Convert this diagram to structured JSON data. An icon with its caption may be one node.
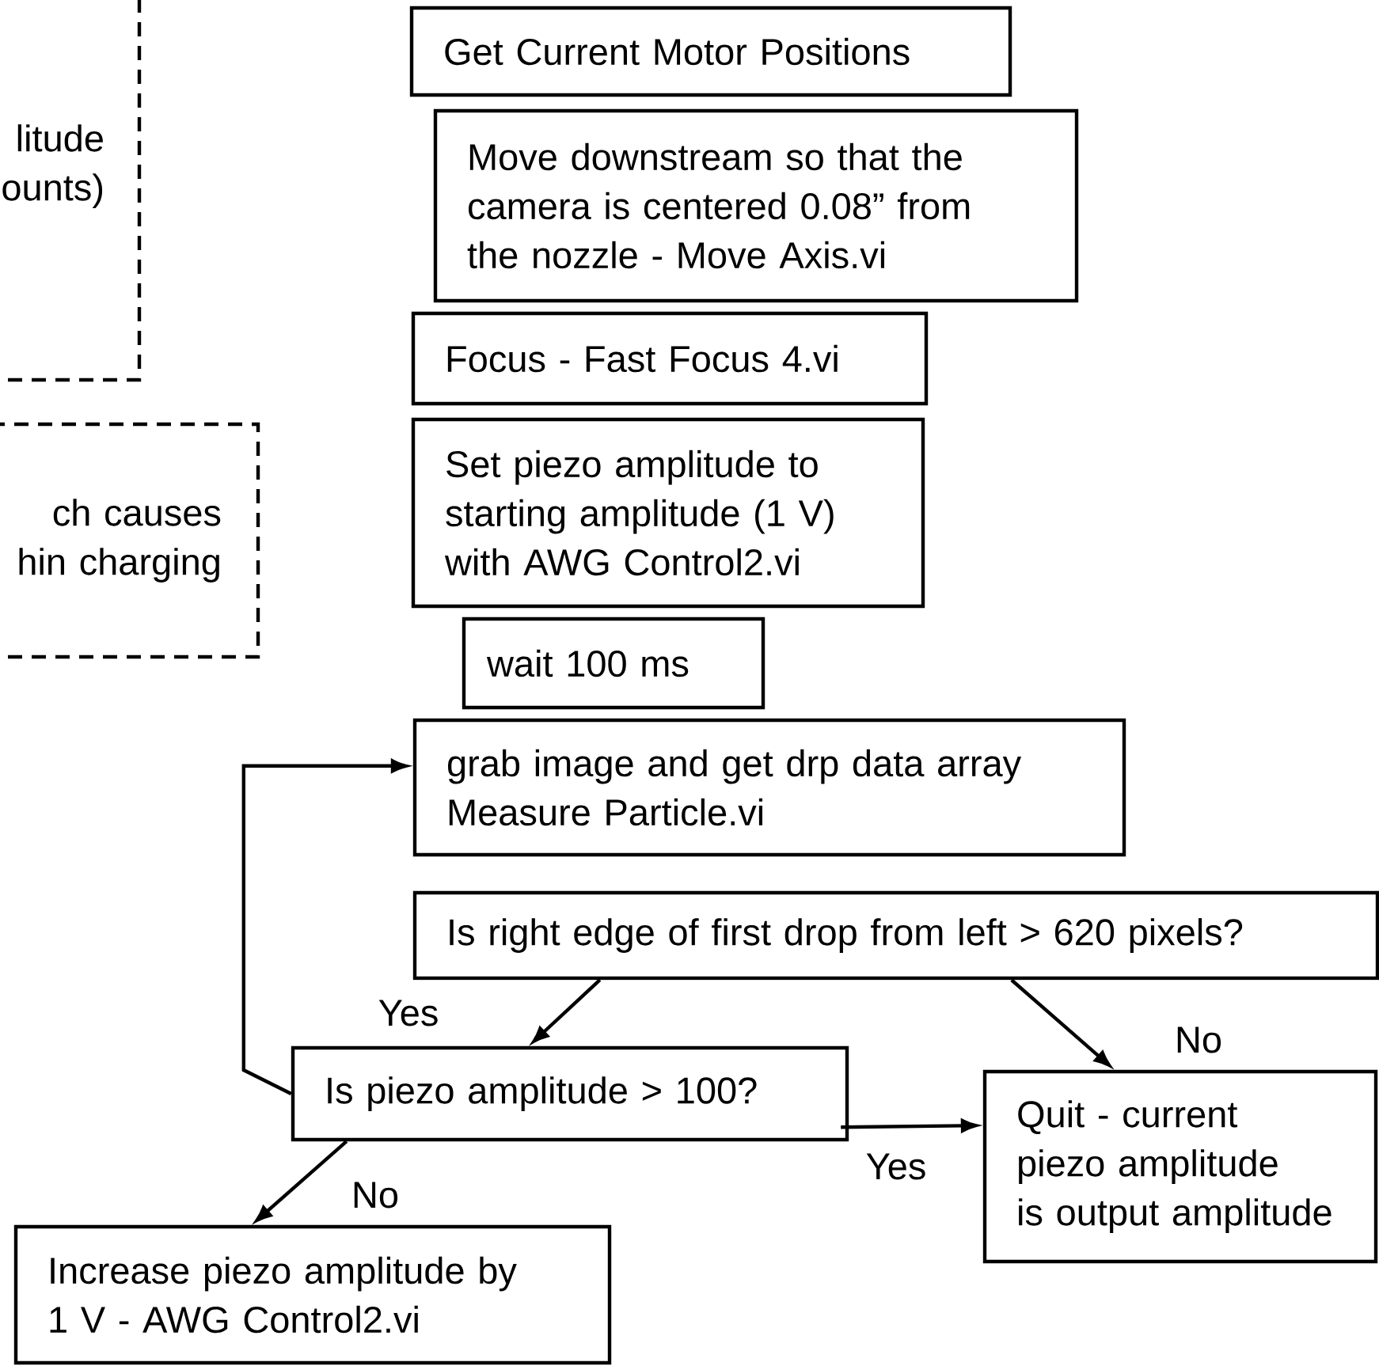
{
  "diagram": {
    "nodes": [
      {
        "text": [
          "litude ounts)"
        ]
      },
      {
        "text": [
          "ch causes hin charging"
        ]
      },
      {
        "text": [
          "Get Current Motor Positions"
        ]
      },
      {
        "text": [
          "Move downstream so that the camera is centered 0.08” from the nozzle - Move Axis.vi"
        ]
      },
      {
        "text": [
          "Focus - Fast Focus 4.vi"
        ]
      },
      {
        "text": [
          "Set piezo amplitude to starting amplitude (1 V) with AWG Control2.vi"
        ]
      },
      {
        "text": [
          "wait 100 ms"
        ]
      },
      {
        "text": [
          "grab image and get drp data array Measure Particle.vi"
        ]
      },
      {
        "text": [
          "Is right edge of first drop from left > 620 pixels?"
        ]
      },
      {
        "text": [
          "Is piezo amplitude > 100?"
        ]
      },
      {
        "text": [
          "Quit - current piezo amplitude is output amplitude"
        ]
      },
      {
        "text": [
          "Increase piezo amplitude by 1 V - AWG Control2.vi"
        ]
      }
    ],
    "edges": [
      {
        "from": 9,
        "to": 7,
        "arrow": "to"
      },
      {
        "from": 8,
        "to": 9,
        "arrow": "to",
        "label": "Yes"
      },
      {
        "from": 8,
        "to": 10,
        "arrow": "to",
        "label": "No"
      },
      {
        "from": 9,
        "to": 10,
        "arrow": "to",
        "label": "Yes"
      },
      {
        "from": 9,
        "to": 11,
        "arrow": "to",
        "label": "No"
      }
    ]
  }
}
